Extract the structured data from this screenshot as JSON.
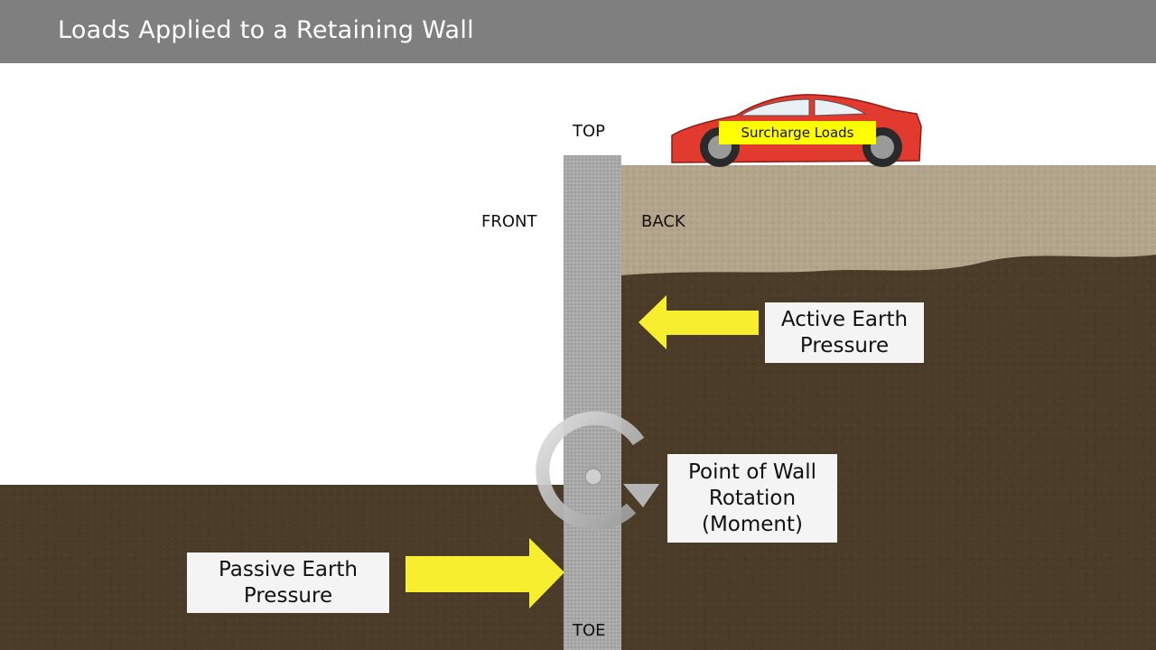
{
  "slide": {
    "title": "Loads Applied to a Retaining Wall"
  },
  "labels": {
    "top": "TOP",
    "front": "FRONT",
    "back": "BACK",
    "toe": "TOE",
    "surcharge": "Surcharge Loads"
  },
  "callouts": {
    "active": [
      "Active Earth",
      "Pressure"
    ],
    "rotation": [
      "Point of Wall",
      "Rotation",
      "(Moment)"
    ],
    "passive": [
      "Passive Earth",
      "Pressure"
    ]
  },
  "colors": {
    "title_bar": "#7f7f7f",
    "wall": "#a8a8a8",
    "soil_dark": "#4a3c27",
    "soil_light": "#b3a58c",
    "arrow_yellow": "#f6ee2e",
    "car_red": "#e23a2e",
    "label_yellow": "#ffff00"
  }
}
